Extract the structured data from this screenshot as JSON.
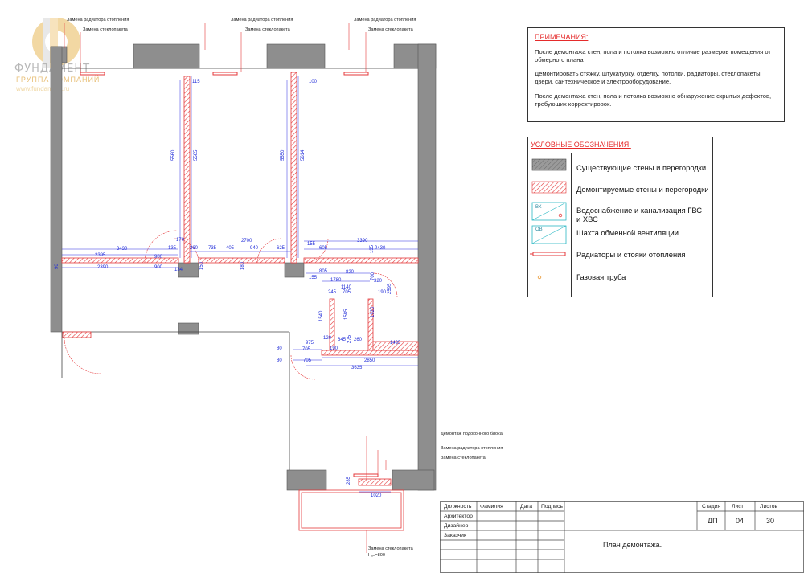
{
  "logo": {
    "line1": "ФУНДАМЕНТ",
    "line2": "ГРУППА КОМПАНИЙ",
    "line3": "www.fundament.ru"
  },
  "notes": {
    "title": "ПРИМЕЧАНИЯ:",
    "p1": "После демонтажа стен, пола и потолка возможно отличие размеров помещения от обмерного плана",
    "p2": "Демонтировать стяжку, штукатурку, отделку, потолки, радиаторы, стеклопакеты, двери, сантехническое и электрооборудование.",
    "p3": "После демонтажа стен, пола и потолка возможно обнаружение скрытых дефектов, требующих корректировок."
  },
  "legend": {
    "title": "УСЛОВНЫЕ ОБОЗНАЧЕНИЯ:",
    "items": [
      {
        "label": "Существующие стены и перегородки"
      },
      {
        "label": "Демонтируемые стены и перегородки"
      },
      {
        "label": "Водоснабжение и канализация ГВС и ХВС",
        "code": "ВК"
      },
      {
        "label": "Шахта обменной вентиляции",
        "code": "ОВ"
      },
      {
        "label": "Радиаторы и стояки отопления"
      },
      {
        "label": "Газовая труба"
      }
    ]
  },
  "plan_labels": {
    "rad1": "Замена радиатора отопления",
    "glass1": "Замена стеклопакета",
    "rad2": "Замена радиатора отопления",
    "glass2": "Замена стеклопакета",
    "rad3": "Замена радиатора отопления",
    "glass3": "Замена стеклопакета",
    "sill": "Демонтаж подоконного блока",
    "rad4": "Замена радиатора отопления",
    "glass4": "Замена стеклопакета",
    "glass5": "Замена стеклопакета",
    "h": "Hₒₙ=800"
  },
  "dims": [
    "115",
    "100",
    "5560",
    "5565",
    "5550",
    "5614",
    "3430",
    "2395",
    "2390",
    "900",
    "900",
    "135",
    "134",
    "170",
    "260",
    "735",
    "405",
    "2700",
    "940",
    "625",
    "155",
    "3390",
    "2430",
    "135",
    "605",
    "820",
    "155",
    "805",
    "1780",
    "1140",
    "245",
    "705",
    "320",
    "190",
    "700",
    "2595",
    "1920",
    "1585",
    "1540",
    "645",
    "260",
    "975",
    "120",
    "190",
    "275",
    "1495",
    "2850",
    "705",
    "3635",
    "80",
    "80",
    "705",
    "90",
    "150",
    "180",
    "285",
    "1020"
  ],
  "title_block": {
    "headers": [
      "Должность",
      "Фамилия",
      "Дата",
      "Подпись"
    ],
    "roles": [
      "Архитектор",
      "Дизайнер",
      "Заказчик"
    ],
    "stage_label": "Стадия",
    "sheet_label": "Лист",
    "sheets_label": "Листов",
    "stage": "ДП",
    "sheet": "04",
    "sheets": "30",
    "title": "План демонтажа."
  }
}
